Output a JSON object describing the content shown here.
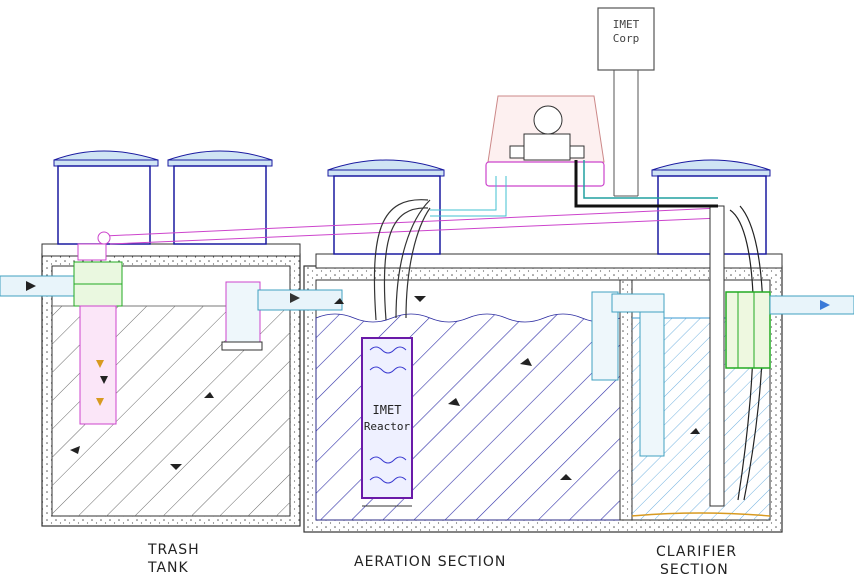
{
  "labels": {
    "trash_line1": "TRASH",
    "trash_line2": "TANK",
    "aeration": "AERATION SECTION",
    "clarifier_line1": "CLARIFIER",
    "clarifier_line2": "SECTION",
    "reactor_line1": "IMET",
    "reactor_line2": "Reactor",
    "corp_line1": "IMET",
    "corp_line2": "Corp"
  },
  "colors": {
    "concrete": "#555555",
    "lid_blue": "#1a1aa0",
    "water_hatch": "#2a2aa0",
    "sludge_hatch": "#555555",
    "magenta_pipe": "#cc44cc",
    "cyan_pipe": "#40c0d0",
    "green_unit": "#22aa22",
    "reactor_purple": "#6a1aa8",
    "flow_arrow_orange": "#d89a20",
    "outflow_arrow": "#3a7ad8"
  }
}
